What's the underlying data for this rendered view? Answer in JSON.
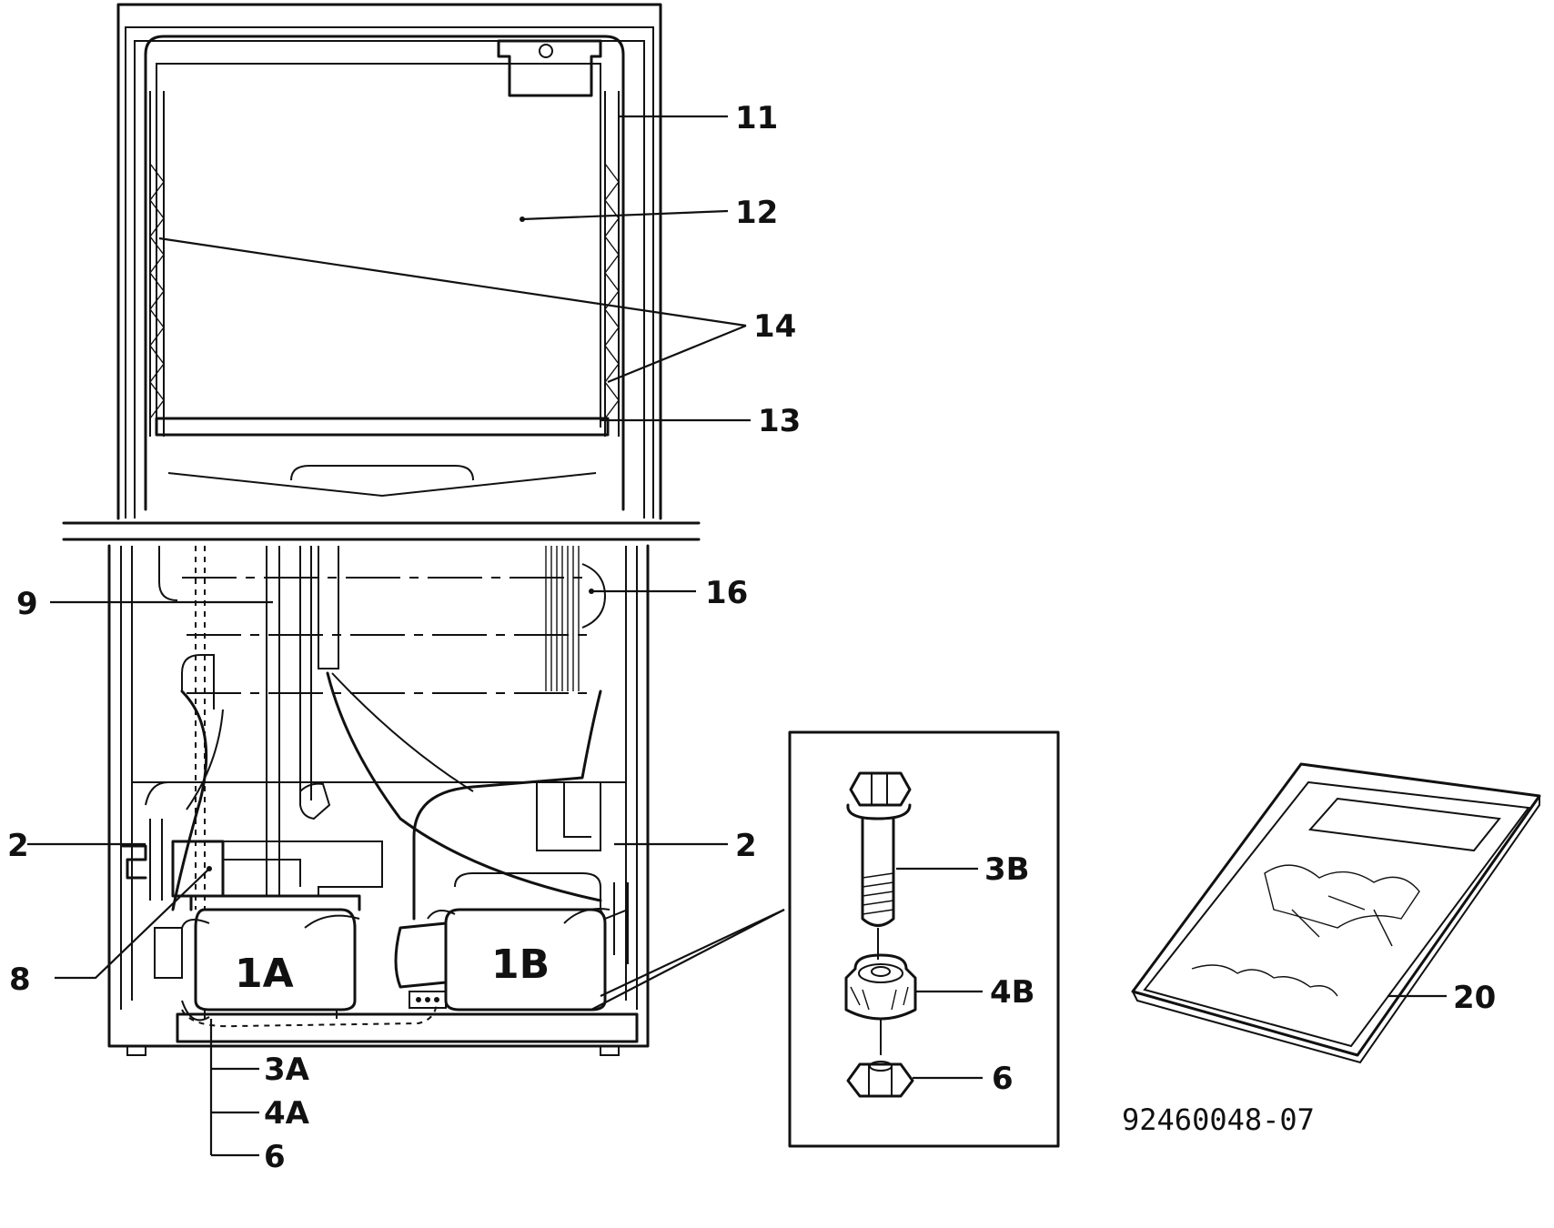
{
  "labels": {
    "l11": "11",
    "l12": "12",
    "l14": "14",
    "l13": "13",
    "l16": "16",
    "l9": "9",
    "l2_left": "2",
    "l2_right": "2",
    "l8": "8",
    "l3A": "3A",
    "l4A": "4A",
    "l6_bottom": "6",
    "l1A": "1A",
    "l1B": "1B",
    "l3B": "3B",
    "l4B": "4B",
    "l6_detail": "6",
    "l20": "20"
  },
  "document_number": "92460048-07"
}
